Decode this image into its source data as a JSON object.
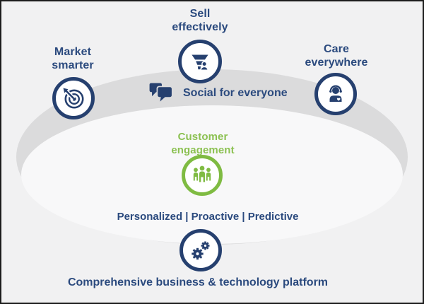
{
  "diagram": {
    "nodes": {
      "market": {
        "label": "Market\nsmarter",
        "icon": "target-icon"
      },
      "sell": {
        "label": "Sell\neffectively",
        "icon": "funnel-icon"
      },
      "care": {
        "label": "Care\neverywhere",
        "icon": "headset-person-icon"
      },
      "social": {
        "label": "Social for everyone",
        "icon": "chat-bubbles-icon"
      },
      "customer": {
        "label": "Customer\nengagement",
        "icon": "people-group-icon"
      },
      "platform": {
        "label": "Comprehensive business & technology platform",
        "icon": "gears-icon"
      }
    },
    "captions": {
      "attributes": "Personalized | Proactive | Predictive"
    },
    "colors": {
      "navy_icon": "#26406f",
      "navy_text": "#2b4a7e",
      "green_icon": "#7fbb42",
      "green_text": "#8cc152",
      "band_gray": "#dbdbdc",
      "inner_platter": "#f8f8f9",
      "background": "#f1f1f2"
    }
  }
}
